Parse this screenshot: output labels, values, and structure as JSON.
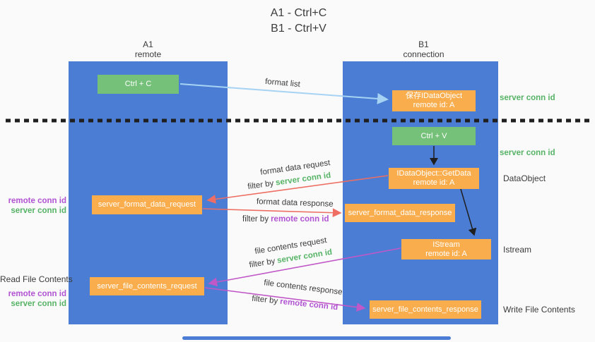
{
  "title": {
    "line1": "A1 - Ctrl+C",
    "line2": "B1 - Ctrl+V"
  },
  "columns": {
    "left": {
      "name": "A1",
      "subtitle": "remote"
    },
    "right": {
      "name": "B1",
      "subtitle": "connection"
    }
  },
  "nodes": {
    "ctrl_c": {
      "label": "Ctrl + C"
    },
    "ctrl_v": {
      "label": "Ctrl + V"
    },
    "save_dataobject": {
      "line1": "保存IDataObject",
      "line2": "remote id: A"
    },
    "getdata": {
      "line1": "IDataObject::GetData",
      "line2": "remote id: A"
    },
    "istream": {
      "line1": "IStream",
      "line2": "remote id: A"
    },
    "format_request": {
      "label": "server_format_data_request"
    },
    "format_response": {
      "label": "server_format_data_response"
    },
    "file_request": {
      "label": "server_file_contents_request"
    },
    "file_response": {
      "label": "server_file_contents_response"
    }
  },
  "flows": {
    "format_list": {
      "label": "format list"
    },
    "format_data_request": {
      "label": "format data request",
      "filter_prefix": "filter by",
      "filter_key": "server conn id"
    },
    "format_data_response": {
      "label": "format data response",
      "filter_prefix": "filter by",
      "filter_key": "remote conn id"
    },
    "file_contents_request": {
      "label": "file contents request",
      "filter_prefix": "filter by",
      "filter_key": "server conn id"
    },
    "file_contents_response": {
      "label": "file contents response",
      "filter_prefix": "filter by",
      "filter_key": "remote conn id"
    }
  },
  "annotations": {
    "server_conn_id_top": "server conn id",
    "server_conn_id_mid": "server conn id",
    "dataobject": "DataObject",
    "istream": "Istream",
    "write_file_contents": "Write File Contents",
    "read_file_contents": "Read File Contents",
    "left_top": {
      "remote": "remote conn id",
      "server": "server conn id"
    },
    "left_bottom": {
      "remote": "remote conn id",
      "server": "server conn id"
    }
  },
  "colors": {
    "column_blue": "#4a7dd3",
    "box_orange": "#f9ad4d",
    "button_green": "#75c17a",
    "label_green": "#56b366",
    "label_purple": "#b153d2",
    "arrow_salmon": "#ee6e63",
    "arrow_magenta": "#c158c8",
    "arrow_lightblue": "#a6d3f3",
    "arrow_black": "#1f1f1f"
  }
}
